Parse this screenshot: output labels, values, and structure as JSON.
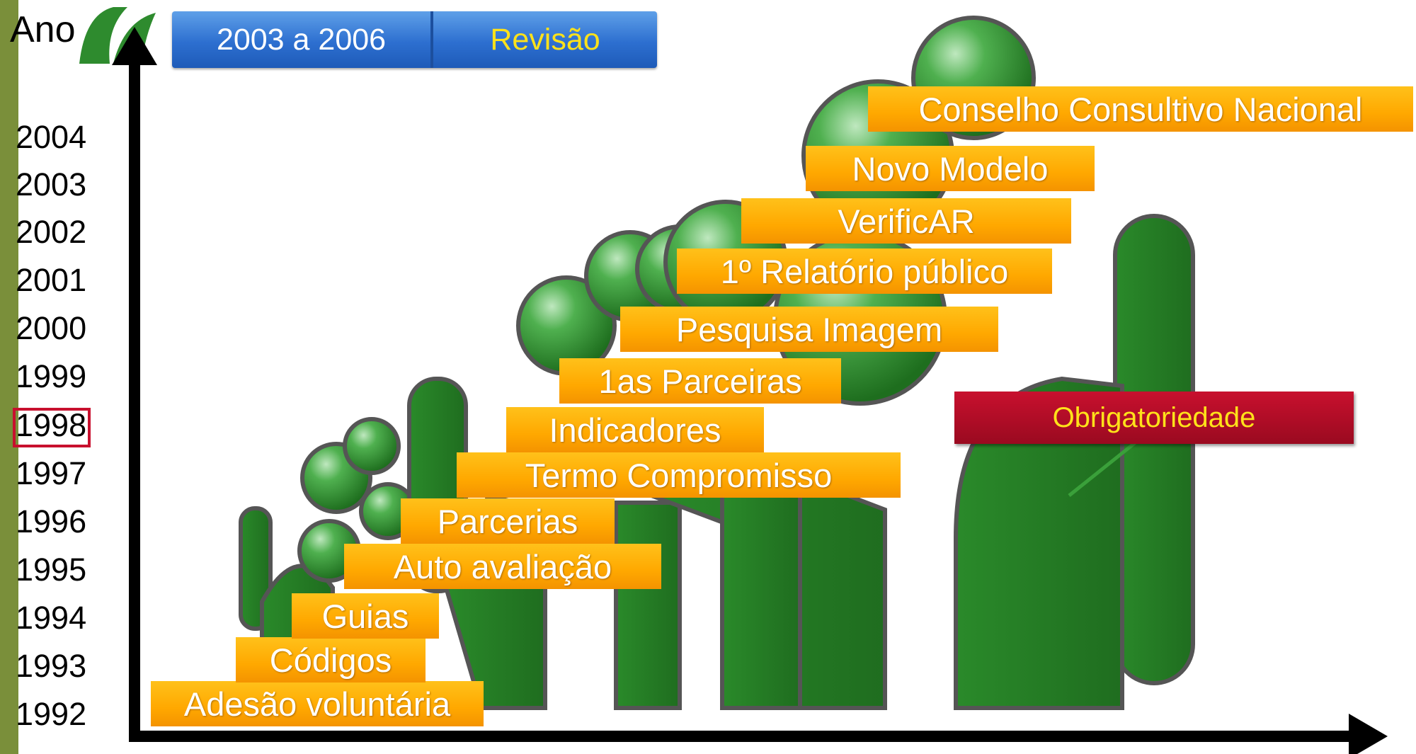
{
  "axis": {
    "y_label": "Ano"
  },
  "years": [
    "2004",
    "2003",
    "2002",
    "2001",
    "2000",
    "1999",
    "1998",
    "1997",
    "1996",
    "1995",
    "1994",
    "1993",
    "1992"
  ],
  "highlighted_year": "1998",
  "header": {
    "period": "2003 a 2006",
    "phase": "Revisão"
  },
  "steps": [
    "Adesão voluntária",
    "Códigos",
    "Guias",
    "Auto avaliação",
    "Parcerias",
    "Termo Compromisso",
    "Indicadores",
    "1as Parceiras",
    "Pesquisa Imagem",
    "1º Relatório público",
    "VerificAR",
    "Novo Modelo",
    "Conselho Consultivo Nacional"
  ],
  "mandatory_label": "Obrigatoriedade",
  "colors": {
    "step": "#ffa800",
    "mandatory": "#c8102e",
    "figure_green": "#2e8b2e",
    "header_blue": "#2d6fd0",
    "side_stripe": "#7a8f3a"
  }
}
